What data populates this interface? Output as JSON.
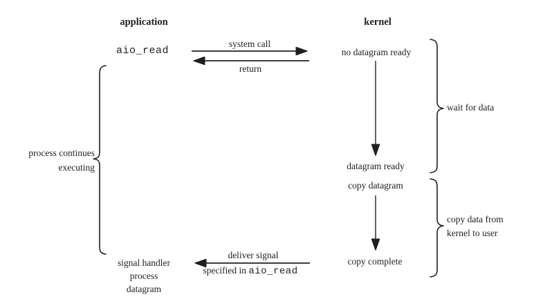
{
  "columns": {
    "application": "application",
    "kernel": "kernel"
  },
  "application": {
    "call": "aio_read",
    "continues_line1": "process continues",
    "continues_line2": "executing",
    "handler_line1": "signal handler",
    "handler_line2": "process",
    "handler_line3": "datagram"
  },
  "kernel": {
    "state_no_datagram": "no datagram ready",
    "state_datagram_ready": "datagram ready",
    "state_copy_datagram": "copy datagram",
    "state_copy_complete": "copy complete"
  },
  "arrows": {
    "system_call": "system call",
    "return": "return",
    "deliver_signal": "deliver signal",
    "specified_in_prefix": "specified in ",
    "specified_in_code": "aio_read"
  },
  "braces": {
    "wait": "wait for data",
    "copy_line1": "copy data from",
    "copy_line2": "kernel to user"
  },
  "colors": {
    "ink": "#1f1f1f",
    "background": "#ffffff"
  }
}
